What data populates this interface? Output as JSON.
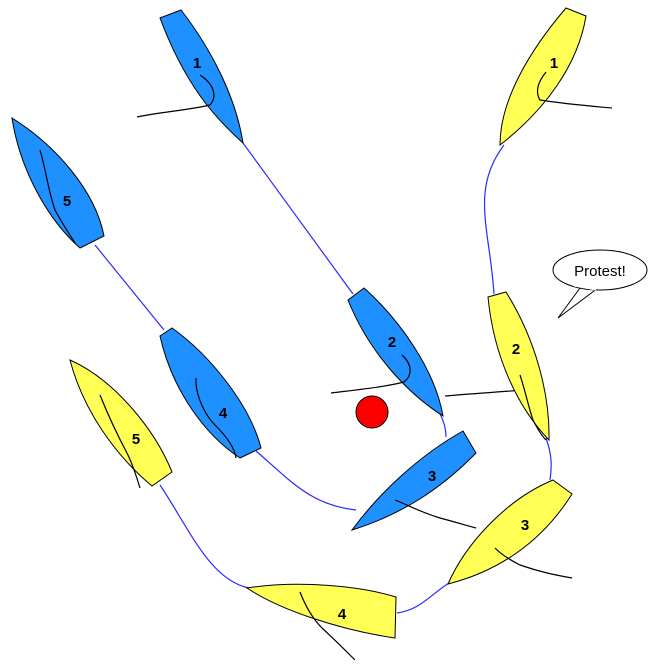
{
  "colors": {
    "blue_boat": "#1e90ff",
    "yellow_boat": "#ffff55",
    "track": "#2a2aff",
    "mark": "#ff0000",
    "outline": "#000000"
  },
  "blue_boats": [
    {
      "label": "1"
    },
    {
      "label": "2"
    },
    {
      "label": "3"
    },
    {
      "label": "4"
    },
    {
      "label": "5"
    }
  ],
  "yellow_boats": [
    {
      "label": "1"
    },
    {
      "label": "2"
    },
    {
      "label": "3"
    },
    {
      "label": "4"
    },
    {
      "label": "5"
    }
  ],
  "speech_bubble": {
    "text": "Protest!"
  },
  "mark": {
    "icon": "red-circle-mark"
  }
}
